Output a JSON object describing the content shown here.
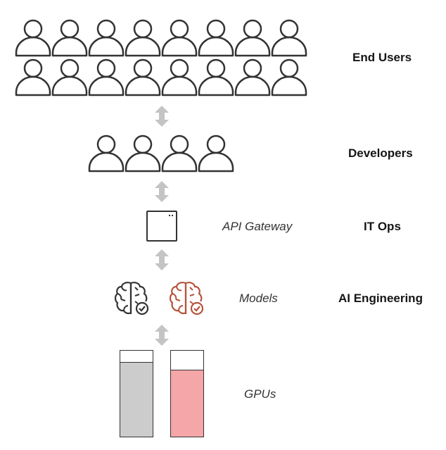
{
  "layers": {
    "end_users": {
      "label": "End Users",
      "count": 16
    },
    "developers": {
      "label": "Developers",
      "count": 4
    },
    "it_ops": {
      "label": "IT Ops",
      "component": "API Gateway"
    },
    "ai_engineering": {
      "label": "AI Engineering",
      "component": "Models"
    },
    "gpus": {
      "component": "GPUs",
      "utilization": [
        0.86,
        0.77
      ]
    }
  },
  "colors": {
    "gray_fill": "#cccccc",
    "pink_fill": "#f4a6a8",
    "brain_orange": "#b5533c",
    "arrow": "#c4c4c4",
    "dark": "#333333"
  }
}
